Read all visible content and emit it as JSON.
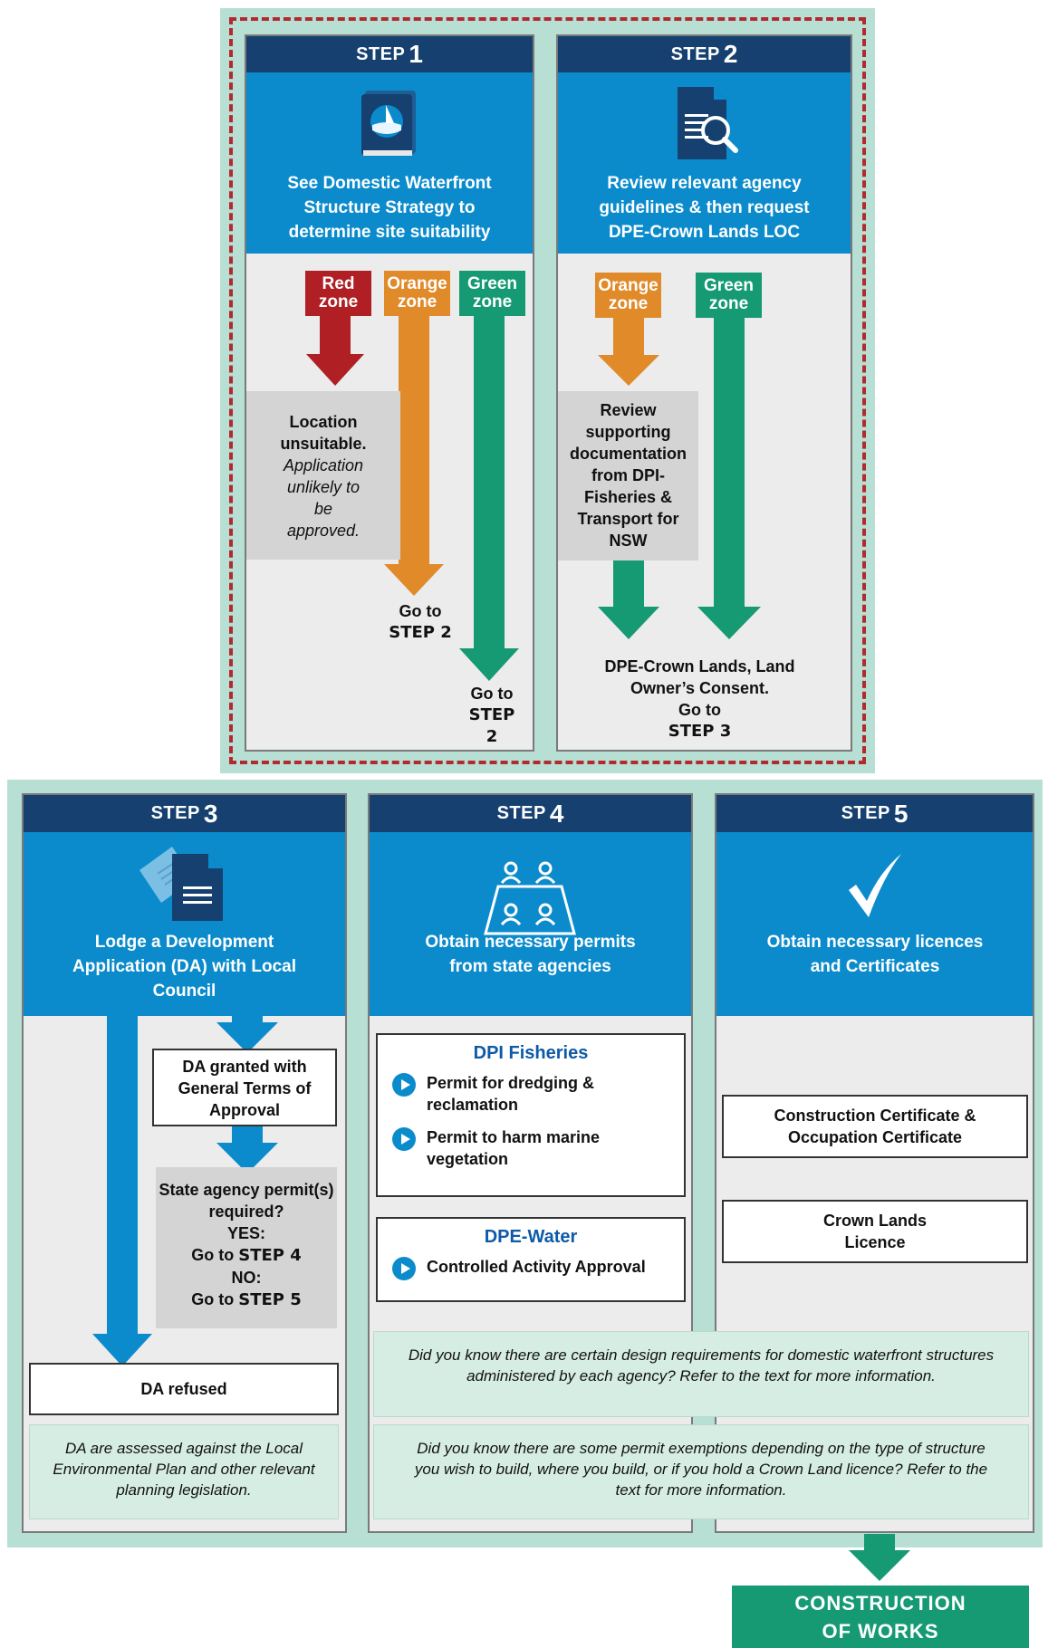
{
  "colors": {
    "navy": "#15406f",
    "blue": "#0b8bcc",
    "red": "#b01f24",
    "orange": "#e08a2a",
    "green": "#159a73",
    "panel": "#b8dfd4"
  },
  "step1": {
    "head_small": "STEP",
    "head_num": "1",
    "icon": "book-icon",
    "text": "See Domestic Waterfront Structure Strategy to determine site suitability",
    "zones": [
      "Red zone",
      "Orange zone",
      "Green zone"
    ],
    "unsuitable_bold": "Location unsuitable.",
    "unsuitable_italic": "Application unlikely to be approved.",
    "orange_goto": "Go to",
    "orange_step": "STEP 2",
    "green_goto": "Go to",
    "green_step": "STEP 2"
  },
  "step2": {
    "head_small": "STEP",
    "head_num": "2",
    "icon": "document-search-icon",
    "text": "Review relevant agency guidelines & then request DPE-Crown Lands LOC",
    "zones": [
      "Orange zone",
      "Green zone"
    ],
    "review_text": "Review supporting documentation from DPI-Fisheries & Transport for NSW",
    "consent_text": "DPE-Crown Lands, Land Owner’s Consent.",
    "goto": "Go to",
    "step": "STEP 3"
  },
  "step3": {
    "head_small": "STEP",
    "head_num": "3",
    "icon": "documents-icon",
    "text": "Lodge a Development Application (DA) with Local Council",
    "granted": "DA granted with General Terms of Approval",
    "question": "State agency permit(s) required?",
    "yes": "YES:",
    "yes_goto": "Go to",
    "yes_step": "STEP 4",
    "no": "NO:",
    "no_goto": "Go to",
    "no_step": "STEP 5",
    "refused": "DA refused",
    "note": "DA are assessed against the Local Environmental Plan and other relevant planning legislation."
  },
  "step4": {
    "head_small": "STEP",
    "head_num": "4",
    "icon": "meeting-table-icon",
    "text": "Obtain necessary permits from state agencies",
    "fisheries_title": "DPI Fisheries",
    "fisheries_items": [
      "Permit for dredging & reclamation",
      "Permit to harm marine vegetation"
    ],
    "water_title": "DPE-Water",
    "water_items": [
      "Controlled Activity Approval"
    ]
  },
  "step5": {
    "head_small": "STEP",
    "head_num": "5",
    "icon": "checkmark-icon",
    "text": "Obtain necessary licences and Certificates",
    "cert": "Construction Certificate & Occupation Certificate",
    "licence": "Crown Lands Licence"
  },
  "notes": {
    "design": "Did you know there are certain design requirements for domestic waterfront structures administered by each agency? Refer to the text for more information.",
    "exemptions": "Did you know there are some permit exemptions depending on the type of structure you wish to build, where you build, or if you hold a Crown Land licence? Refer to the text for more information."
  },
  "final": "CONSTRUCTION OF WORKS"
}
